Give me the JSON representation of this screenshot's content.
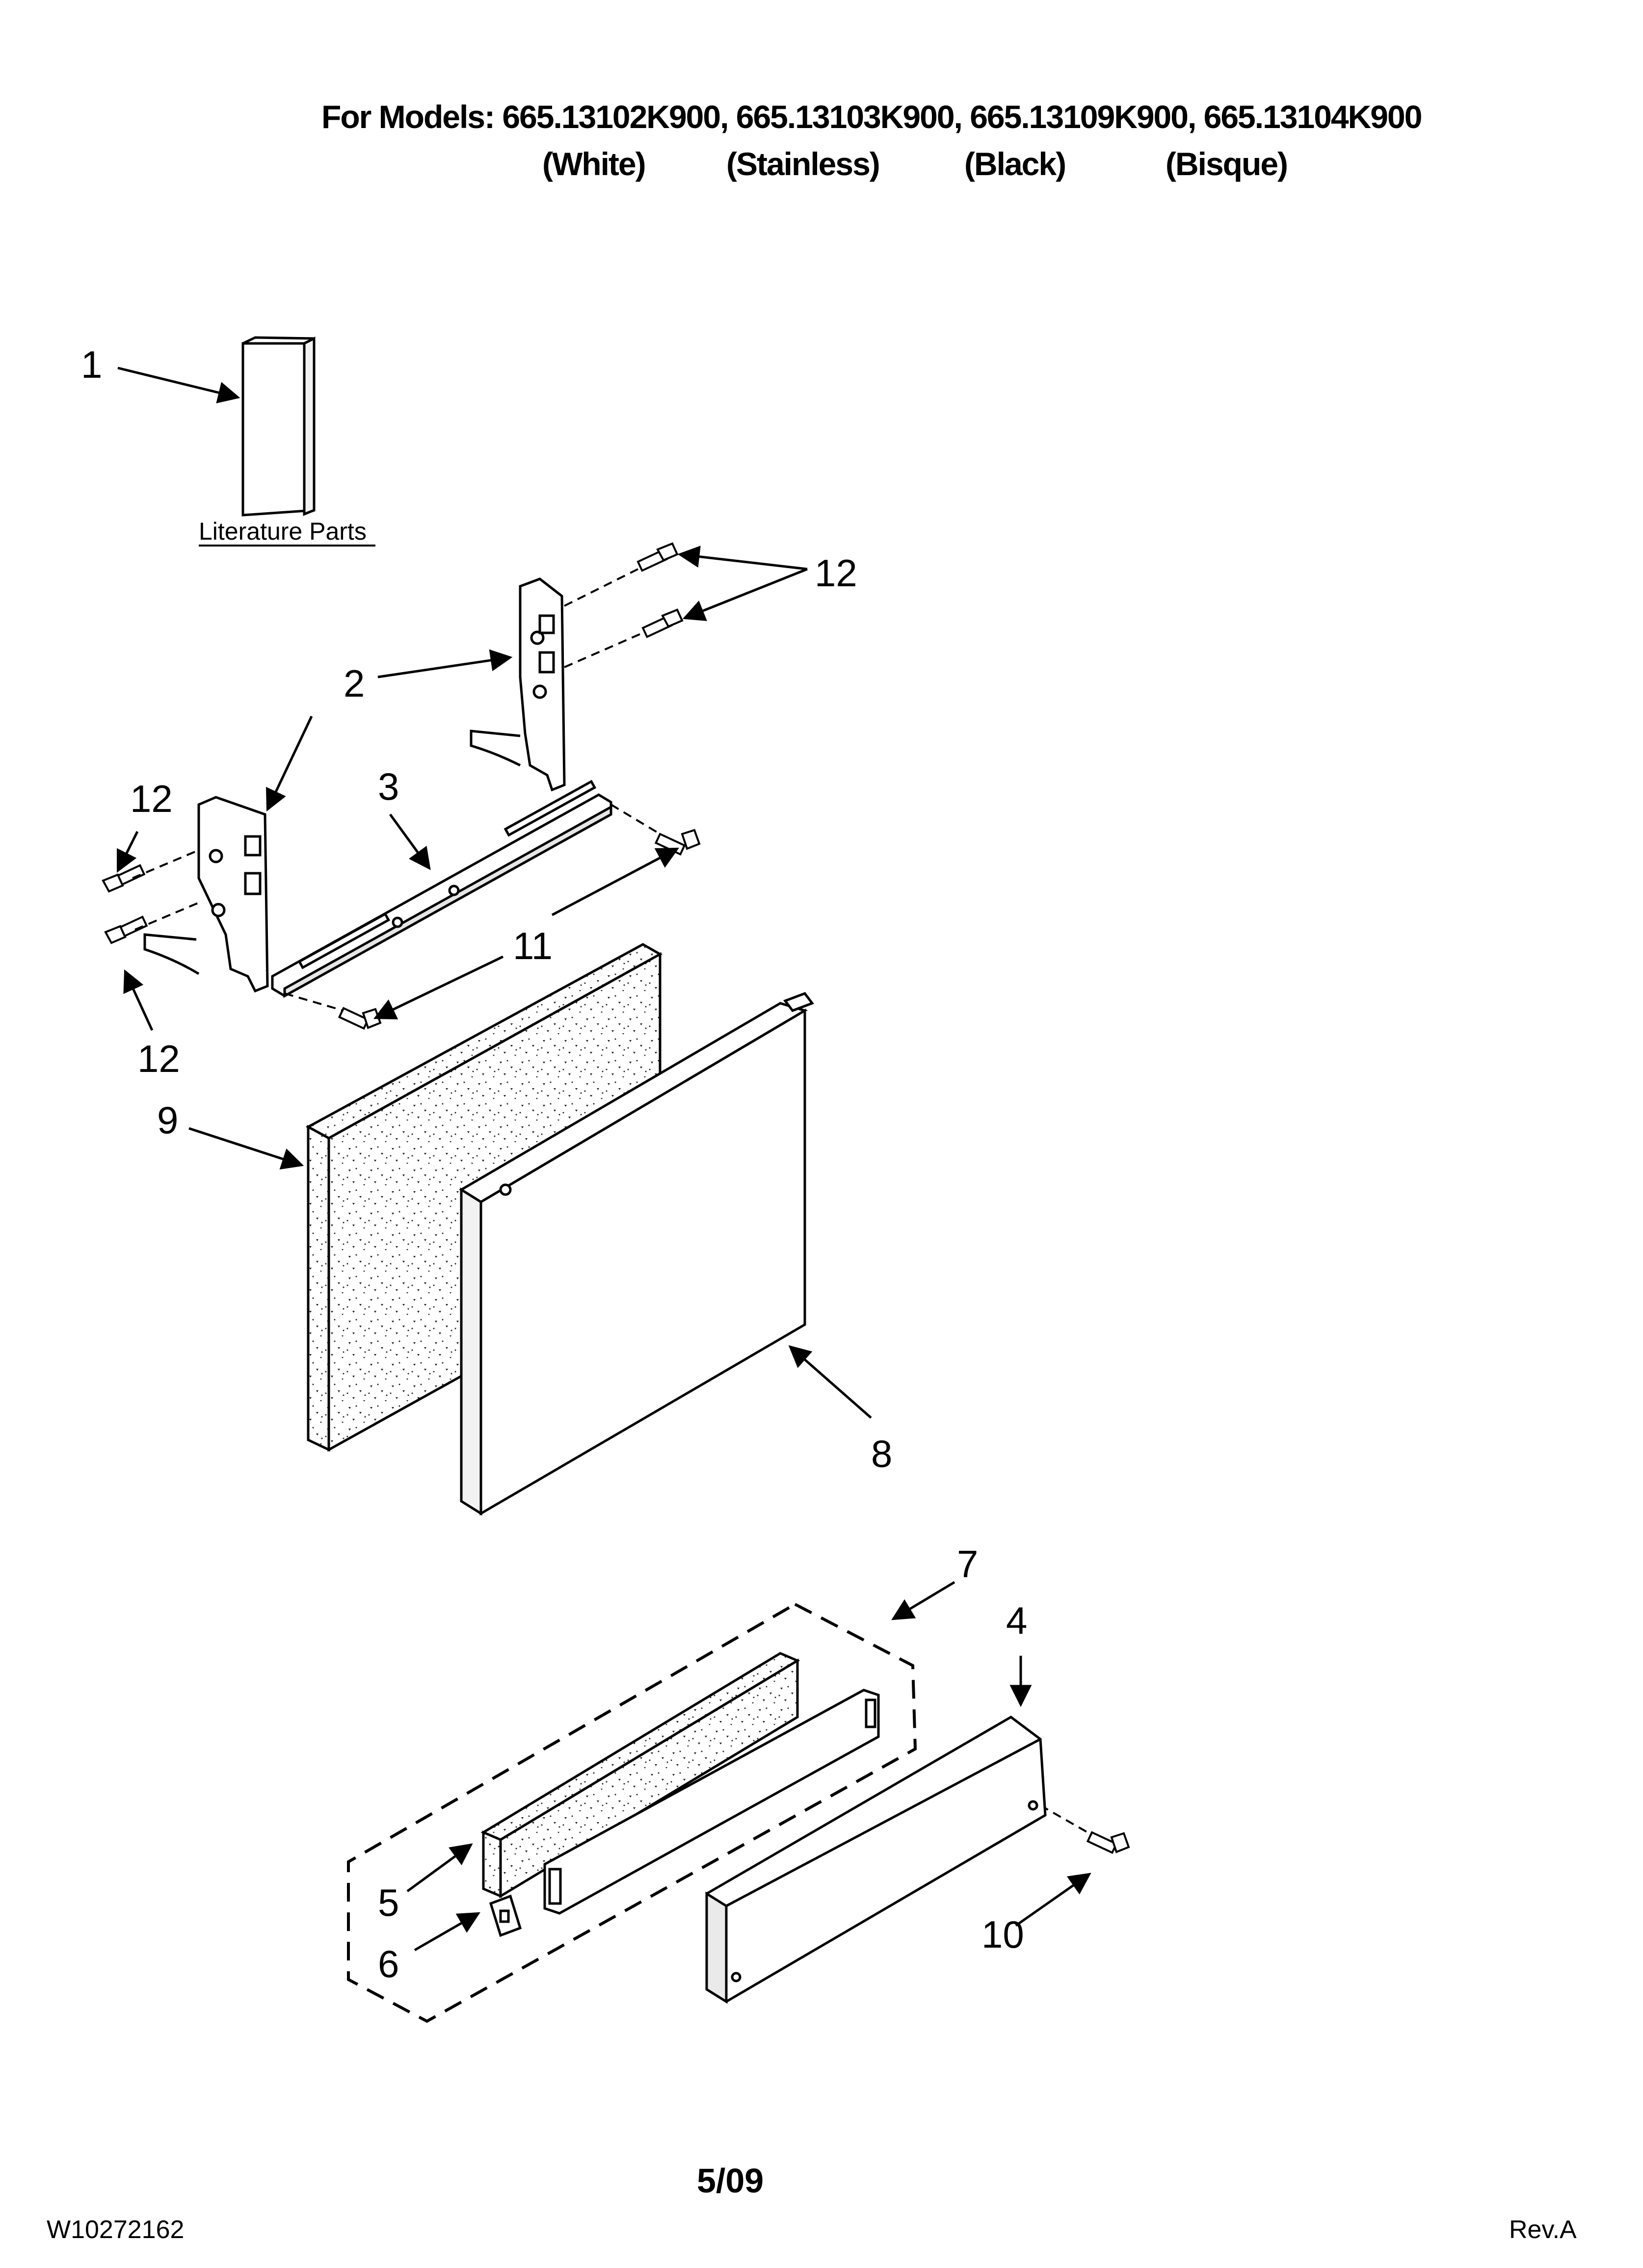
{
  "header": {
    "models_line": "For Models: 665.13102K900, 665.13103K900, 665.13109K900, 665.13104K900",
    "variants": [
      "(White)",
      "(Stainless)",
      "(Black)",
      "(Bisque)"
    ]
  },
  "diagram": {
    "literature_label": "Literature Parts",
    "callouts": {
      "c1": "1",
      "c2": "2",
      "c3": "3",
      "c4": "4",
      "c5": "5",
      "c6": "6",
      "c7": "7",
      "c8": "8",
      "c9": "9",
      "c10": "10",
      "c11": "11",
      "c12_top": "12",
      "c12_left": "12",
      "c12_bottom": "12"
    }
  },
  "footer": {
    "doc_number": "W10272162",
    "page": "5/09",
    "revision": "Rev.A"
  }
}
